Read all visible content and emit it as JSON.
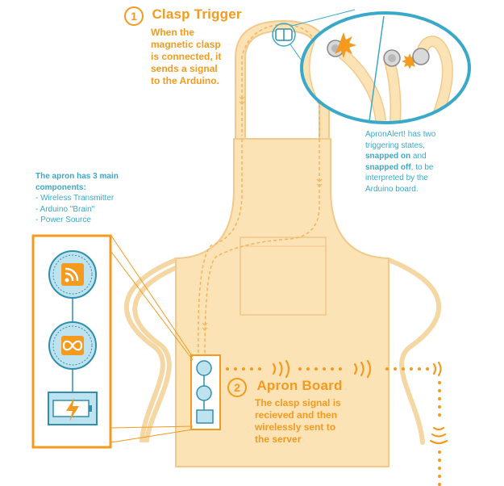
{
  "step1": {
    "number": "1",
    "title": "Clasp Trigger",
    "desc_lines": [
      "When the",
      "magnetic clasp",
      "is connected, it",
      "sends a signal",
      "to the Arduino."
    ]
  },
  "step2": {
    "number": "2",
    "title": "Apron Board",
    "desc_lines": [
      "The clasp signal is",
      "recieved and then",
      "wirelessly sent to",
      "the server"
    ]
  },
  "triggers_note": {
    "line1": "ApronAlert! has two",
    "line2": "triggering states,",
    "bold1": "snapped on",
    "mid": " and",
    "bold2": "snapped off",
    "tail": ", to be",
    "line5": "interpreted by the",
    "line6": "Arduino board."
  },
  "components": {
    "heading_lines": [
      "The apron has 3 main",
      "components:"
    ],
    "items": [
      "- Wireless Transmitter",
      "- Arduino \"Brain\"",
      "- Power Source"
    ]
  },
  "icons": [
    "wifi-signal-icon",
    "arduino-infinity-icon",
    "battery-charging-icon",
    "magnetic-clasp-icon"
  ],
  "colors": {
    "orange": "#F39A1F",
    "blue": "#3AA9C9",
    "apron_fill": "#FCE3B6",
    "apron_stroke": "#F2C98A",
    "circle_fill": "#BFE3EE"
  }
}
